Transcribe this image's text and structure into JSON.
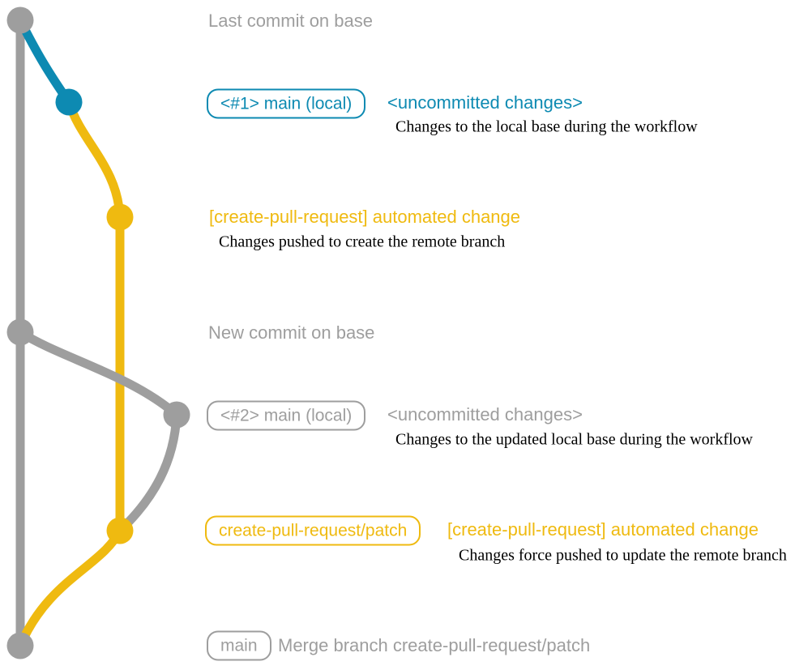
{
  "diagram": {
    "kind": "git-branch-graph",
    "colors": {
      "base_gray": "#9e9e9e",
      "local_blue": "#0d8ab2",
      "patch_yellow": "#efba10",
      "description_text": "#000000",
      "background": "#ffffff"
    },
    "branches": [
      {
        "name": "base",
        "color": "#9e9e9e"
      },
      {
        "name": "main (local)",
        "color": "#0d8ab2"
      },
      {
        "name": "create-pull-request/patch",
        "color": "#efba10"
      }
    ]
  },
  "annotations": {
    "last_commit": {
      "label": "Last commit on base"
    },
    "local1": {
      "badge": "<#1> main (local)",
      "title": "<uncommitted changes>",
      "description": "Changes to the local base during the workflow"
    },
    "push1": {
      "title": "[create-pull-request] automated change",
      "description": "Changes pushed to create the remote branch"
    },
    "new_commit": {
      "label": "New commit on base"
    },
    "local2": {
      "badge": "<#2> main (local)",
      "title": "<uncommitted changes>",
      "description": "Changes to the updated local base during the workflow"
    },
    "push2": {
      "badge": "create-pull-request/patch",
      "title": "[create-pull-request] automated change",
      "description": "Changes force pushed to update the remote branch"
    },
    "merge": {
      "badge": "main",
      "label": "Merge branch create-pull-request/patch"
    }
  }
}
